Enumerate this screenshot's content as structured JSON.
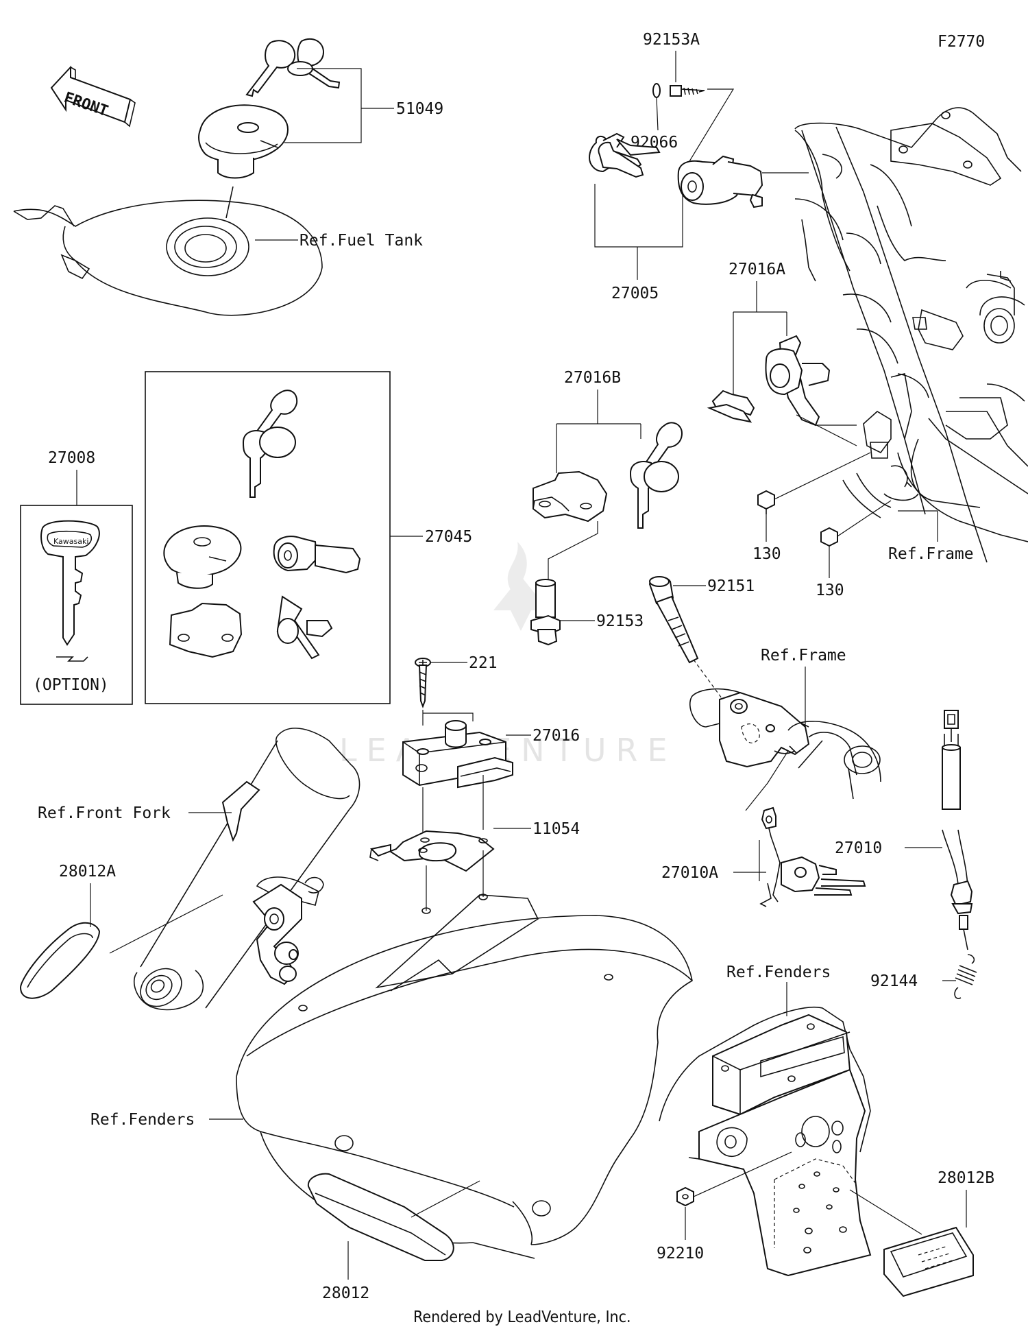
{
  "diagram_code": "F2770",
  "front_label": "FRONT",
  "watermark": "LEADVENTURE",
  "footer": "Rendered by LeadVenture, Inc.",
  "option_label": "(OPTION)",
  "key_brand": "Kawasaki",
  "labels": {
    "p51049": "51049",
    "p92153A": "92153A",
    "p92066": "92066",
    "p27005": "27005",
    "p27016A": "27016A",
    "p27016B": "27016B",
    "p27008": "27008",
    "p27045": "27045",
    "p92153": "92153",
    "p92151": "92151",
    "p130a": "130",
    "p130b": "130",
    "p221": "221",
    "p27016": "27016",
    "p11054": "11054",
    "p28012A": "28012A",
    "p27010": "27010",
    "p27010A": "27010A",
    "p92144": "92144",
    "p28012B": "28012B",
    "p92210": "92210",
    "p28012": "28012",
    "ref_fuel_tank": "Ref.Fuel Tank",
    "ref_frame_1": "Ref.Frame",
    "ref_frame_2": "Ref.Frame",
    "ref_front_fork": "Ref.Front Fork",
    "ref_fenders_1": "Ref.Fenders",
    "ref_fenders_2": "Ref.Fenders"
  }
}
